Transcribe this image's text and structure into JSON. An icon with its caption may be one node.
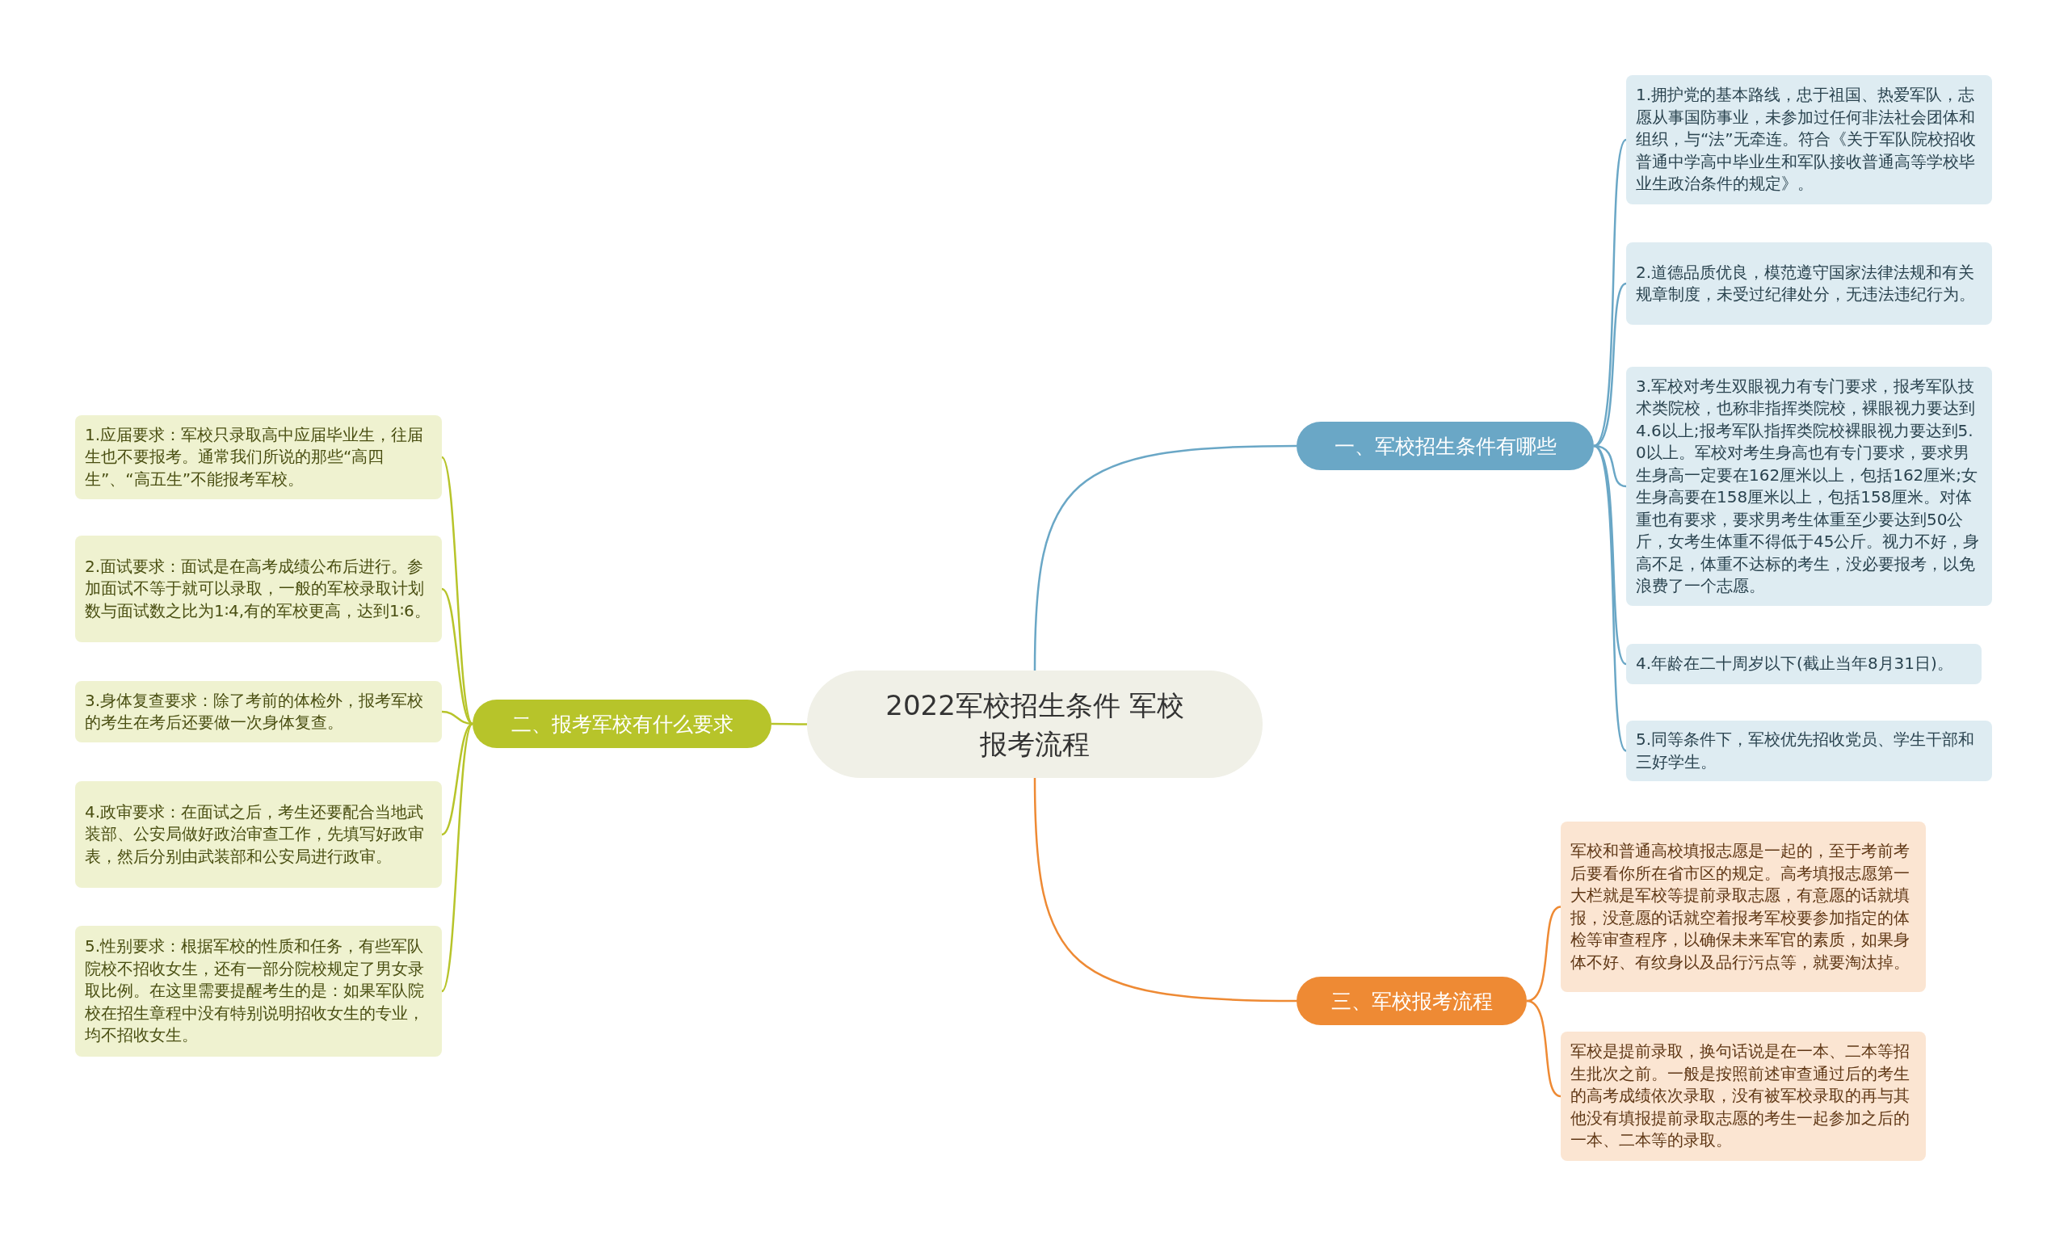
{
  "diagram": {
    "nodes": [
      {
        "text": [
          "2022军校招生条件 军校报考流程"
        ]
      },
      {
        "text": [
          "一、军校招生条件有哪些"
        ]
      },
      {
        "text": [
          "1.拥护党的基本路线，忠于祖国、热爱军队，志愿从事国防事业，未参加过任何非法社会团体和组织，与“法”无牵连。符合《关于军队院校招收普通中学高中毕业生和军队接收普通高等学校毕业生政治条件的规定》。"
        ]
      },
      {
        "text": [
          "2.道德品质优良，模范遵守国家法律法规和有关规章制度，未受过纪律处分，无违法违纪行为。"
        ]
      },
      {
        "text": [
          "3.军校对考生双眼视力有专门要求，报考军队技术类院校，也称非指挥类院校，裸眼视力要达到4.6以上;报考军队指挥类院校裸眼视力要达到5.0以上。军校对考生身高也有专门要求，要求男生身高一定要在162厘米以上，包括162厘米;女生身高要在158厘米以上，包括158厘米。对体重也有要求，要求男考生体重至少要达到50公斤，女考生体重不得低于45公斤。视力不好，身高不足，体重不达标的考生，没必要报考，以免浪费了一个志愿。"
        ]
      },
      {
        "text": [
          "4.年龄在二十周岁以下(截止当年8月31日)。"
        ]
      },
      {
        "text": [
          "5.同等条件下，军校优先招收党员、学生干部和三好学生。"
        ]
      },
      {
        "text": [
          "二、报考军校有什么要求"
        ]
      },
      {
        "text": [
          "1.应届要求：军校只录取高中应届毕业生，往届生也不要报考。通常我们所说的那些“高四生”、“高五生”不能报考军校。"
        ]
      },
      {
        "text": [
          "2.面试要求：面试是在高考成绩公布后进行。参加面试不等于就可以录取，一般的军校录取计划数与面试数之比为1∶4,有的军校更高，达到1∶6。"
        ]
      },
      {
        "text": [
          "3.身体复查要求：除了考前的体检外，报考军校的考生在考后还要做一次身体复查。"
        ]
      },
      {
        "text": [
          "4.政审要求：在面试之后，考生还要配合当地武装部、公安局做好政治审查工作，先填写好政审表，然后分别由武装部和公安局进行政审。"
        ]
      },
      {
        "text": [
          "5.性别要求：根据军校的性质和任务，有些军队院校不招收女生，还有一部分院校规定了男女录取比例。在这里需要提醒考生的是：如果军队院校在招生章程中没有特别说明招收女生的专业，均不招收女生。"
        ]
      },
      {
        "text": [
          "三、军校报考流程"
        ]
      },
      {
        "text": [
          "军校和普通高校填报志愿是一起的，至于考前考后要看你所在省市区的规定。高考填报志愿第一大栏就是军校等提前录取志愿，有意愿的话就填报，没意愿的话就空着报考军校要参加指定的体检等审查程序，以确保未来军官的素质，如果身体不好、有纹身以及品行污点等，就要淘汰掉。"
        ]
      },
      {
        "text": [
          "军校是提前录取，换句话说是在一本、二本等招生批次之前。一般是按照前述审查通过后的考生的高考成绩依次录取，没有被军校录取的再与其他没有填报提前录取志愿的考生一起参加之后的一本、二本等的录取。"
        ]
      }
    ],
    "edges": [
      {
        "from": 0,
        "to": 1,
        "arrow": "none",
        "color": "#6aa7c6"
      },
      {
        "from": 1,
        "to": 2,
        "arrow": "none",
        "color": "#6aa7c6"
      },
      {
        "from": 1,
        "to": 3,
        "arrow": "none",
        "color": "#6aa7c6"
      },
      {
        "from": 1,
        "to": 4,
        "arrow": "none",
        "color": "#6aa7c6"
      },
      {
        "from": 1,
        "to": 5,
        "arrow": "none",
        "color": "#6aa7c6"
      },
      {
        "from": 1,
        "to": 6,
        "arrow": "none",
        "color": "#6aa7c6"
      },
      {
        "from": 0,
        "to": 7,
        "arrow": "none",
        "color": "#b7c42a"
      },
      {
        "from": 7,
        "to": 8,
        "arrow": "none",
        "color": "#b7c42a"
      },
      {
        "from": 7,
        "to": 9,
        "arrow": "none",
        "color": "#b7c42a"
      },
      {
        "from": 7,
        "to": 10,
        "arrow": "none",
        "color": "#b7c42a"
      },
      {
        "from": 7,
        "to": 11,
        "arrow": "none",
        "color": "#b7c42a"
      },
      {
        "from": 7,
        "to": 12,
        "arrow": "none",
        "color": "#b7c42a"
      },
      {
        "from": 0,
        "to": 13,
        "arrow": "none",
        "color": "#ee8a34"
      },
      {
        "from": 13,
        "to": 14,
        "arrow": "none",
        "color": "#ee8a34"
      },
      {
        "from": 13,
        "to": 15,
        "arrow": "none",
        "color": "#ee8a34"
      }
    ]
  }
}
